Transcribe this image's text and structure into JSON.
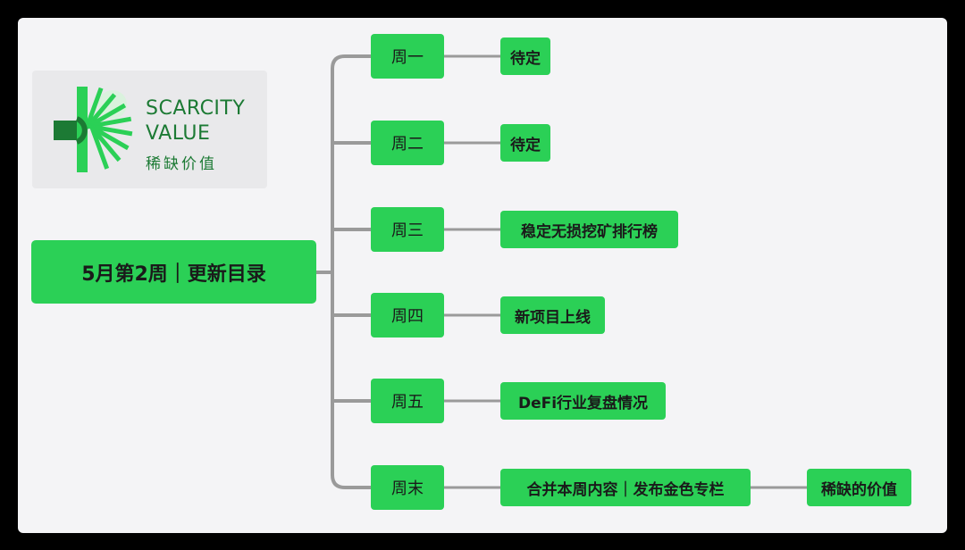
{
  "logo": {
    "line1": "SCARCITY",
    "line2": "VALUE",
    "line3": "稀缺价值",
    "brand_color": "#1c7a34",
    "icon": "scarcity-value-logo-icon"
  },
  "mindmap": {
    "root": "5月第2周｜更新目录",
    "branches": [
      {
        "day": "周一",
        "task": "待定"
      },
      {
        "day": "周二",
        "task": "待定"
      },
      {
        "day": "周三",
        "task": "稳定无损挖矿排行榜"
      },
      {
        "day": "周四",
        "task": "新项目上线"
      },
      {
        "day": "周五",
        "task": "DeFi行业复盘情况"
      },
      {
        "day": "周末",
        "task": "合并本周内容｜发布金色专栏",
        "extra": "稀缺的价值"
      }
    ],
    "node_color": "#2bd056",
    "line_color": "#9a9a9a"
  }
}
